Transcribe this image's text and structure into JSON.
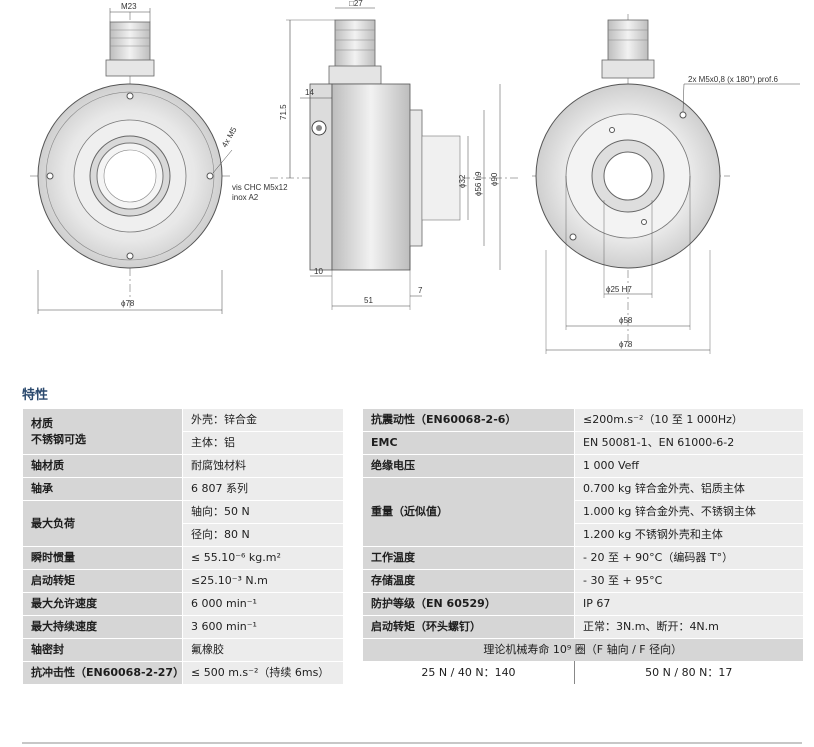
{
  "drawing": {
    "left_view": {
      "dim_top": "M23",
      "dim_bottom": "ϕ78",
      "dim_holes": "4x M5"
    },
    "side_view": {
      "dim_square": "□27",
      "dim_height": "71.5",
      "dim_14": "14",
      "dim_shaft": "ϕ32",
      "dim_h9": "ϕ56 h9",
      "dim_90": "ϕ90",
      "dim_10": "10",
      "dim_7": "7",
      "dim_51": "51",
      "screw_note_1": "vis CHC M5x12",
      "screw_note_2": "inox A2"
    },
    "right_view": {
      "thread_note": "2x M5x0,8 (x 180°) prof.6",
      "dim_bore": "ϕ25 H7",
      "dim_58": "ϕ58",
      "dim_78": "ϕ78"
    }
  },
  "section_title": "特性",
  "left_table": {
    "material_label_1": "材质",
    "material_label_2": "不锈钢可选",
    "housing": "外壳：锌合金",
    "body": "主体：铝",
    "shaft_material_label": "轴材质",
    "shaft_material": "耐腐蚀材料",
    "bearing_label": "轴承",
    "bearing": "6 807 系列",
    "max_load_label": "最大负荷",
    "axial": "轴向：50 N",
    "radial": "径向：80 N",
    "inertia_label": "瞬时惯量",
    "inertia": "≤ 55.10⁻⁶ kg.m²",
    "torque_label": "启动转矩",
    "torque": "≤25.10⁻³ N.m",
    "max_speed_label": "最大允许速度",
    "max_speed": "6 000 min⁻¹",
    "cont_speed_label": "最大持续速度",
    "cont_speed": "3 600 min⁻¹",
    "seal_label": "轴密封",
    "seal": "氟橡胶",
    "shock_label": "抗冲击性（EN60068-2-27）",
    "shock": "≤ 500 m.s⁻²（持续 6ms）"
  },
  "right_table": {
    "vibration_label": "抗震动性（EN60068-2-6）",
    "vibration": "≤200m.s⁻²（10 至 1 000Hz）",
    "emc_label": "EMC",
    "emc": "EN 50081-1、EN 61000-6-2",
    "insulation_label": "绝缘电压",
    "insulation": "1 000 Veff",
    "weight_label": "重量（近似值）",
    "weight_1": "0.700 kg 锌合金外壳、铝质主体",
    "weight_2": "1.000 kg  锌合金外壳、不锈钢主体",
    "weight_3": "1.200 kg 不锈钢外壳和主体",
    "op_temp_label": "工作温度",
    "op_temp": "- 20 至 + 90°C（编码器 T°）",
    "storage_label": "存储温度",
    "storage": "- 30 至 + 95°C",
    "protection_label": "防护等级（EN 60529）",
    "protection": "IP 67",
    "torque_ring_label": "启动转矩（环头螺钉）",
    "torque_ring": "正常：3N.m、断开：4N.m",
    "life_header": "理论机械寿命 10⁹ 圈（F 轴向 / F 径向）",
    "life_1": "25 N / 40 N：140",
    "life_2": "50 N / 80 N：17"
  }
}
